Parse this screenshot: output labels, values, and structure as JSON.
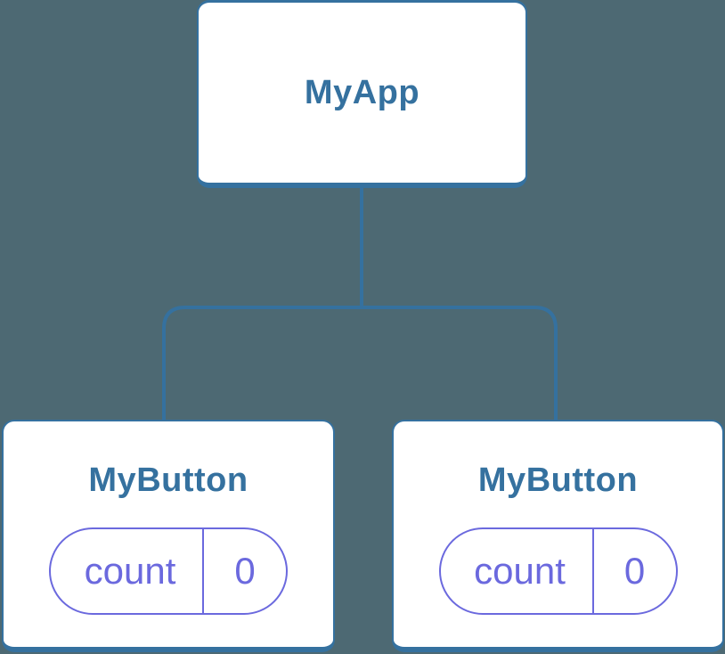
{
  "colors": {
    "background": "#4d6973",
    "accent_blue": "#35719f",
    "accent_purple": "#6b69de",
    "card_background": "#ffffff"
  },
  "diagram": {
    "type": "component-tree",
    "root": {
      "label": "MyApp"
    },
    "children": [
      {
        "label": "MyButton",
        "state": {
          "key": "count",
          "value": "0"
        }
      },
      {
        "label": "MyButton",
        "state": {
          "key": "count",
          "value": "0"
        }
      }
    ]
  }
}
